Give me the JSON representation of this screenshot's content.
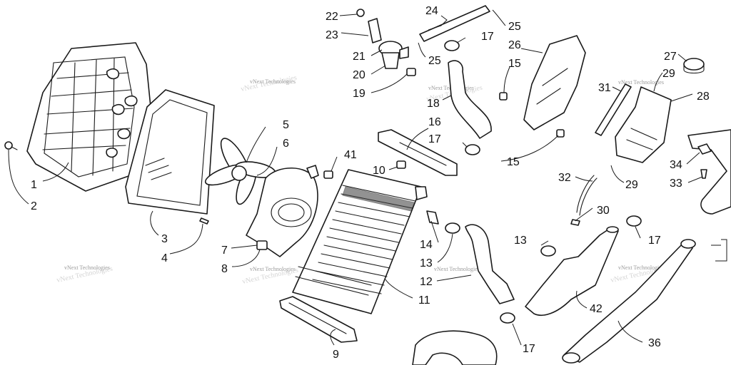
{
  "watermark": "vNext Technologies",
  "colors": {
    "ink": "#1a1a1a",
    "watermark": "#9a9a9a",
    "background": "#ffffff"
  },
  "callouts": [
    {
      "label": "1"
    },
    {
      "label": "2"
    },
    {
      "label": "3"
    },
    {
      "label": "4"
    },
    {
      "label": "5"
    },
    {
      "label": "6"
    },
    {
      "label": "7"
    },
    {
      "label": "8"
    },
    {
      "label": "9"
    },
    {
      "label": "10"
    },
    {
      "label": "11"
    },
    {
      "label": "12"
    },
    {
      "label": "13"
    },
    {
      "label": "13"
    },
    {
      "label": "14"
    },
    {
      "label": "15"
    },
    {
      "label": "15"
    },
    {
      "label": "16"
    },
    {
      "label": "17"
    },
    {
      "label": "17"
    },
    {
      "label": "17"
    },
    {
      "label": "17"
    },
    {
      "label": "18"
    },
    {
      "label": "19"
    },
    {
      "label": "20"
    },
    {
      "label": "21"
    },
    {
      "label": "22"
    },
    {
      "label": "23"
    },
    {
      "label": "24"
    },
    {
      "label": "25"
    },
    {
      "label": "25"
    },
    {
      "label": "26"
    },
    {
      "label": "27"
    },
    {
      "label": "28"
    },
    {
      "label": "29"
    },
    {
      "label": "29"
    },
    {
      "label": "30"
    },
    {
      "label": "31"
    },
    {
      "label": "32"
    },
    {
      "label": "33"
    },
    {
      "label": "34"
    },
    {
      "label": "36"
    },
    {
      "label": "41"
    },
    {
      "label": "42"
    }
  ]
}
